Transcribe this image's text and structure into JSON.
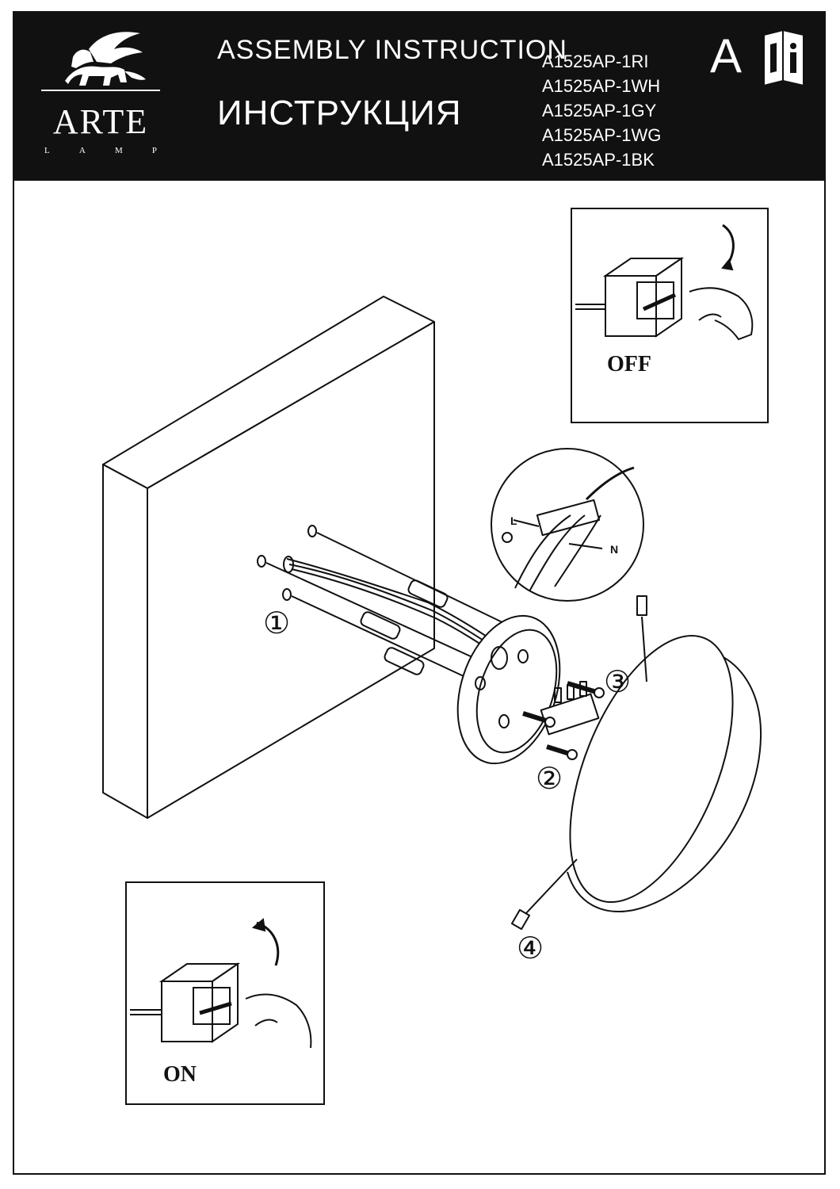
{
  "header": {
    "brand": "ARTE",
    "brand_sub": [
      "L",
      "A",
      "M",
      "P"
    ],
    "title_en": "ASSEMBLY  INSTRUCTION",
    "title_ru": "ИНСТРУКЦИЯ",
    "models": [
      "A1525AP-1RI",
      "A1525AP-1WH",
      "A1525AP-1GY",
      "A1525AP-1WG",
      "A1525AP-1BK"
    ],
    "letter": "A",
    "icon": "instruction-book-icon"
  },
  "insets": {
    "off_label": "OFF",
    "on_label": "ON"
  },
  "wiring": {
    "live_label": "L",
    "neutral_label": "N",
    "ground_icon": "ground-symbol-icon"
  },
  "steps": [
    "①",
    "②",
    "③",
    "④"
  ]
}
